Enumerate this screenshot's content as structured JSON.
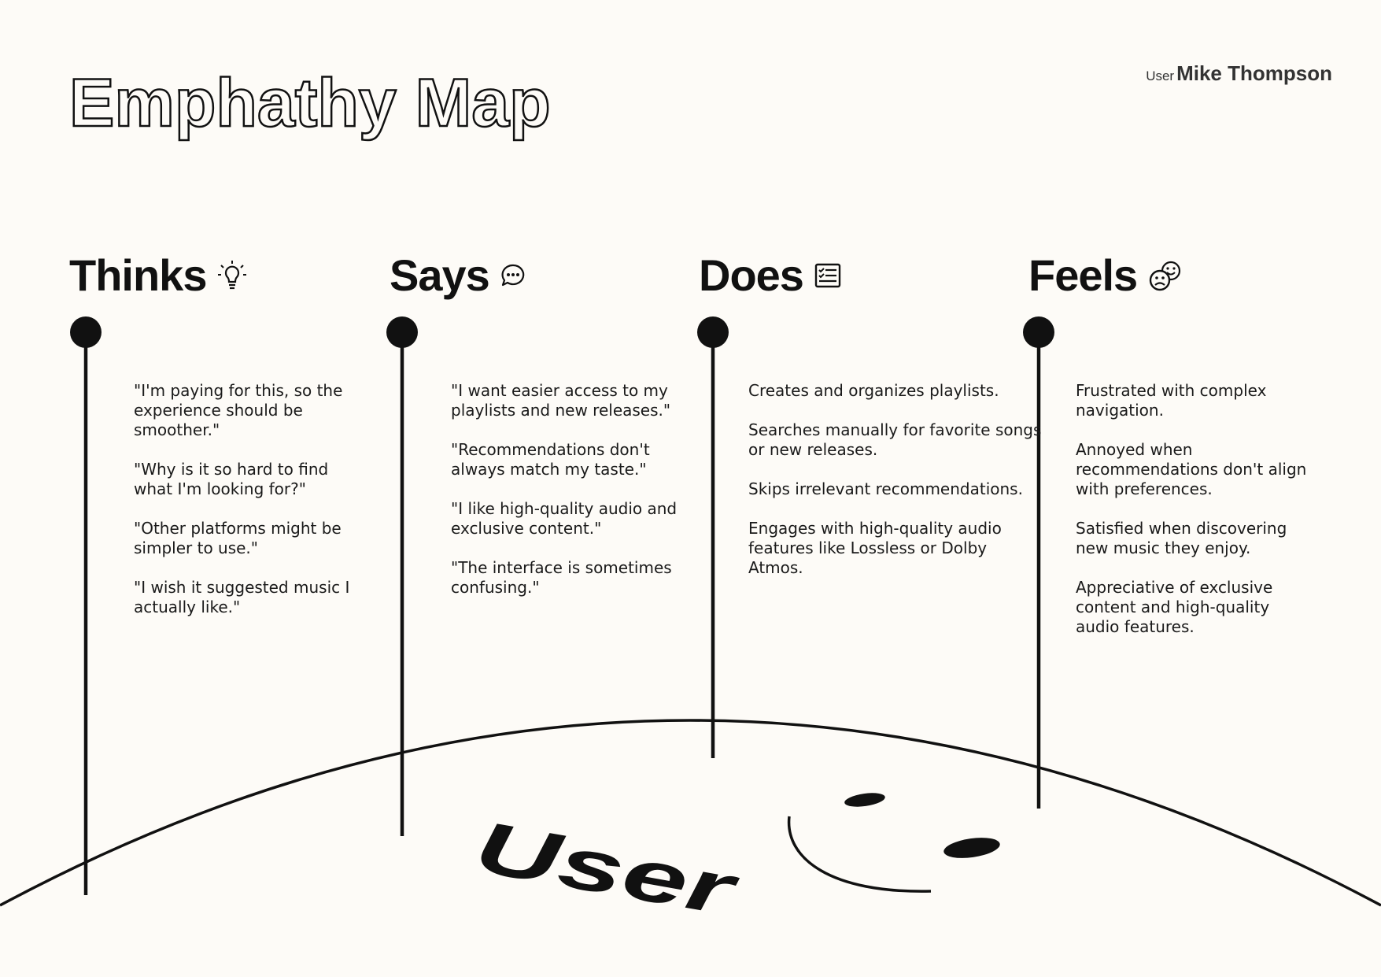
{
  "title": "Emphathy Map",
  "user": {
    "label": "User",
    "name": "Mike Thompson"
  },
  "columns": [
    {
      "heading": "Thinks",
      "icon": "lightbulb-icon",
      "items": [
        "\"I'm paying for this, so the experience should be smoother.\"",
        "\"Why is it so hard to find what I'm looking for?\"",
        "\"Other platforms might be simpler to use.\"",
        "\"I wish it suggested music I actually like.\""
      ]
    },
    {
      "heading": "Says",
      "icon": "speech-bubble-icon",
      "items": [
        "\"I want easier access to my playlists and new releases.\"",
        "\"Recommendations don't always match my taste.\"",
        "\"I like high-quality audio and exclusive content.\"",
        "\"The interface is sometimes confusing.\""
      ]
    },
    {
      "heading": "Does",
      "icon": "checklist-icon",
      "items": [
        "Creates and organizes playlists.",
        "Searches manually for favorite songs or new releases.",
        "Skips irrelevant recommendations.",
        "Engages with high-quality audio features like Lossless or Dolby Atmos."
      ]
    },
    {
      "heading": "Feels",
      "icon": "emotions-icon",
      "items": [
        "Frustrated with complex navigation.",
        "Annoyed when recommendations don't align with preferences.",
        "Satisfied when discovering new music they enjoy.",
        "Appreciative of exclusive content and high-quality audio features."
      ]
    }
  ],
  "ground_label": "User",
  "colors": {
    "background": "#fdfbf7",
    "ink": "#111111"
  }
}
